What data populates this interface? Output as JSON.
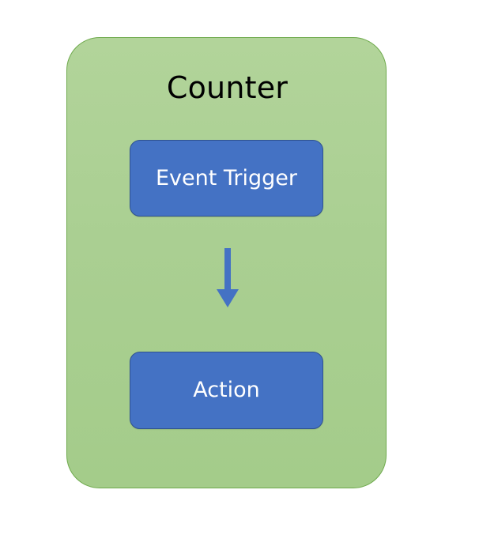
{
  "diagram": {
    "type": "flowchart",
    "title": "Counter",
    "container": {
      "label": "Counter",
      "fill_color": "#A9CF91",
      "border_color": "#6FAA4D",
      "text_color": "#000000",
      "shape": "rounded-rectangle"
    },
    "nodes": [
      {
        "id": "event-trigger",
        "label": "Event Trigger",
        "fill_color": "#4472C4",
        "border_color": "#2F528F",
        "text_color": "#FFFFFF",
        "shape": "rounded-rectangle"
      },
      {
        "id": "action",
        "label": "Action",
        "fill_color": "#4472C4",
        "border_color": "#2F528F",
        "text_color": "#FFFFFF",
        "shape": "rounded-rectangle"
      }
    ],
    "connectors": [
      {
        "id": "event-trigger-to-action",
        "from": "event-trigger",
        "to": "action",
        "direction": "down",
        "color": "#4472C4",
        "arrowhead": "solid-triangle",
        "label": ""
      }
    ]
  },
  "canvas": {
    "background_color": "#FFFFFF"
  }
}
